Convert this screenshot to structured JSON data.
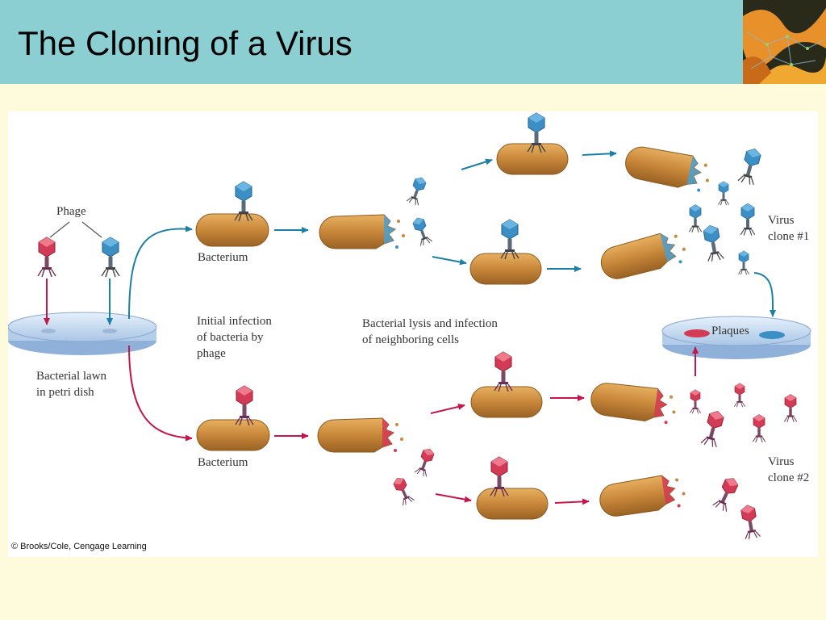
{
  "slide": {
    "title": "The Cloning of a Virus",
    "accent_color": "#8ccfd3",
    "background_color": "#fdfbdc"
  },
  "diagram": {
    "labels": {
      "phage": "Phage",
      "bacterium_top": "Bacterium",
      "bacterium_bottom": "Bacterium",
      "initial_infection_1": "Initial infection",
      "initial_infection_2": "of bacteria by",
      "initial_infection_3": "phage",
      "lysis_1": "Bacterial lysis and infection",
      "lysis_2": "of neighboring cells",
      "lawn_1": "Bacterial lawn",
      "lawn_2": "in petri dish",
      "plaques": "Plaques",
      "clone1_1": "Virus",
      "clone1_2": "clone #1",
      "clone2_1": "Virus",
      "clone2_2": "clone #2"
    },
    "colors": {
      "blue_phage": "#3c8fc4",
      "red_phage": "#d33a55",
      "bacterium": "#c8873a",
      "blue_arrow": "#1c7fa6",
      "red_arrow": "#c4164b"
    }
  },
  "credit": "© Brooks/Cole, Cengage Learning"
}
